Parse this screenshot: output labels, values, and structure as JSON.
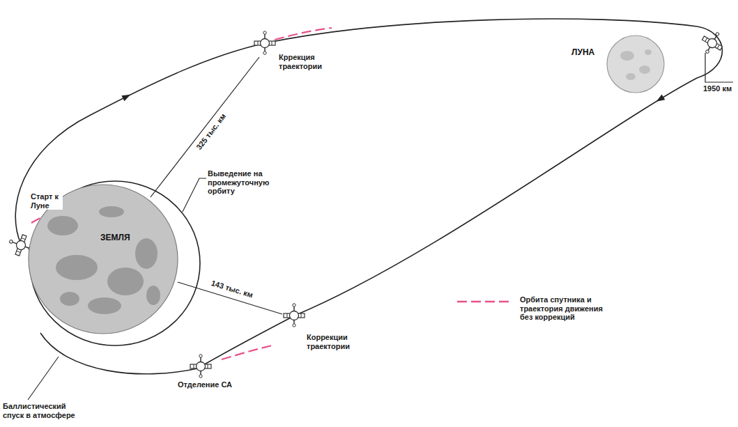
{
  "diagram": {
    "nodes": [
      {
        "text": [
          "ЛУНА"
        ]
      },
      {
        "text": [
          "ЗЕМЛЯ"
        ]
      }
    ],
    "labels": [
      "Кррекция траектории",
      "1950 км",
      "325 тыс. км",
      "Старт к Луне",
      "Выведение на промежуточную орбиту",
      "143 тыс. км",
      "Коррекции траектории",
      "Отделение СА",
      "Баллистический спуск в атмосфере"
    ],
    "legend": [
      {
        "text": "Орбита спутника и траектория движения без коррекций"
      }
    ]
  }
}
